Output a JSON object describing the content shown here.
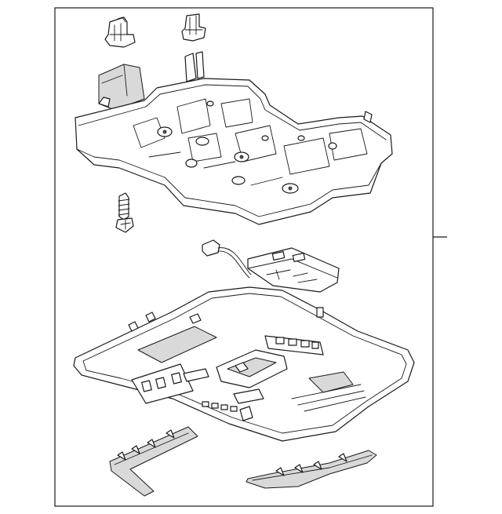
{
  "diagram": {
    "colors": {
      "line": "#1a1a1a",
      "background": "#ffffff",
      "shade": "#d9d9d9"
    },
    "parts": [
      {
        "name": "clip-left",
        "icon": "retainer-clip"
      },
      {
        "name": "clip-right",
        "icon": "retainer-clip"
      },
      {
        "name": "console-housing",
        "icon": "overhead-console-housing"
      },
      {
        "name": "screw",
        "icon": "screw"
      },
      {
        "name": "wiring-harness-module",
        "icon": "harness-module"
      },
      {
        "name": "console-bezel",
        "icon": "overhead-console-bezel"
      },
      {
        "name": "trim-strip-left",
        "icon": "trim-strip"
      },
      {
        "name": "trim-strip-right",
        "icon": "trim-strip"
      }
    ]
  }
}
